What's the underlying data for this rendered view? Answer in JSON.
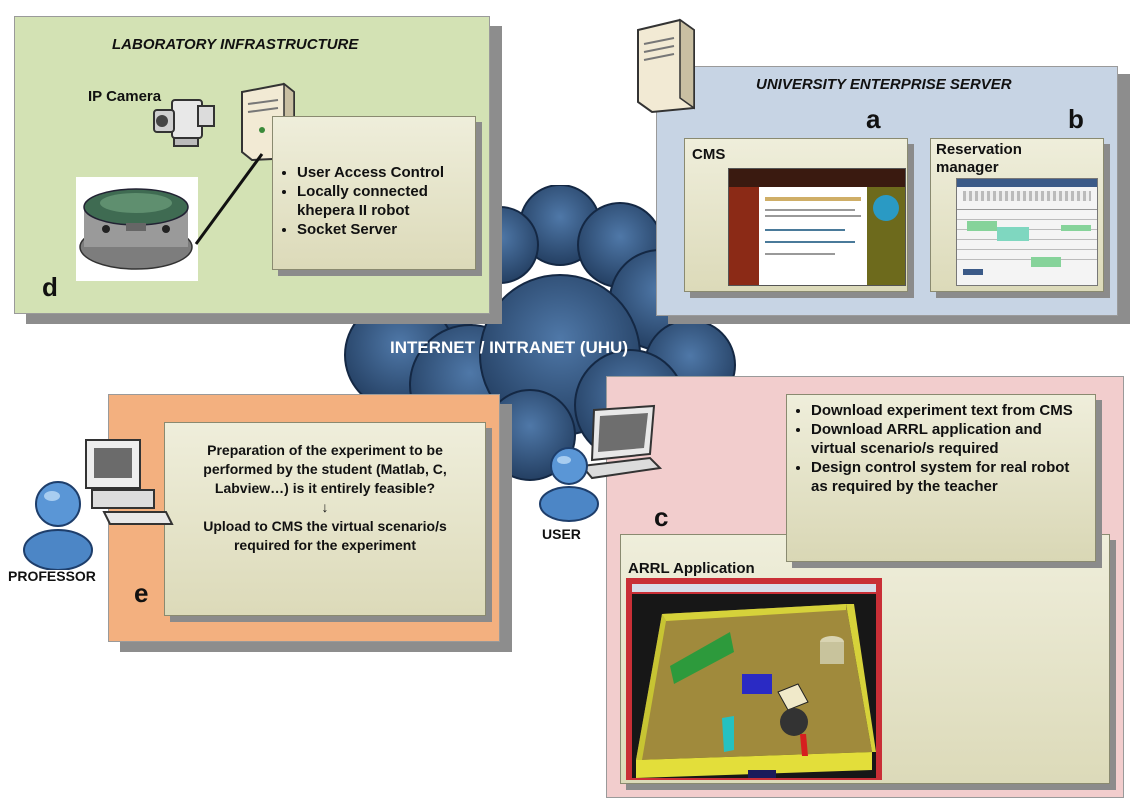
{
  "lab": {
    "title": "LABORATORY INFRASTRUCTURE",
    "camera_label": "IP Camera",
    "letter": "d",
    "bullets": [
      "User Access Control",
      "Locally connected khepera II robot",
      "Socket Server"
    ]
  },
  "server": {
    "title": "UNIVERSITY ENTERPRISE SERVER",
    "letter_a": "a",
    "letter_b": "b",
    "cms_label": "CMS",
    "reservation_label": "Reservation manager"
  },
  "cloud": {
    "label": "INTERNET / INTRANET (UHU)"
  },
  "professor": {
    "label": "PROFESSOR",
    "letter": "e",
    "text_top": "Preparation of the experiment to be performed by the student (Matlab, C, Labview…) is it entirely feasible?",
    "arrow": "↓",
    "text_bottom": "Upload to CMS the virtual scenario/s required for the experiment"
  },
  "user": {
    "label": "USER",
    "letter": "c",
    "bullets": [
      "Download experiment text from CMS",
      "Download ARRL application and virtual scenario/s required",
      "Design control system for real robot as required by the teacher"
    ],
    "app_label": "ARRL Application"
  },
  "colors": {
    "lab_bg": "#d3e2b4",
    "server_bg": "#c7d4e4",
    "professor_bg": "#f3b07f",
    "user_bg": "#f2cdcd",
    "cloud": "#2d4a74"
  }
}
